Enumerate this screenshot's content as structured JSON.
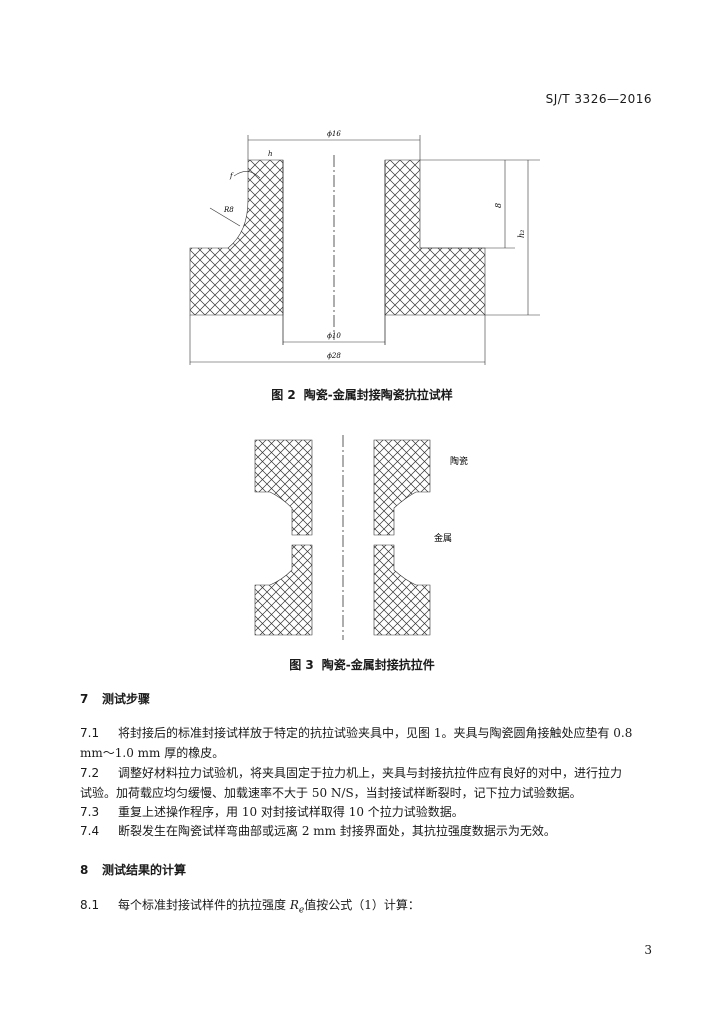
{
  "header": {
    "standard_code": "SJ/T 3326—2016"
  },
  "figure2": {
    "number": "图 2",
    "caption": "陶瓷-金属封接陶瓷抗拉试样",
    "dims": {
      "top": "ϕ16",
      "inner": "ϕ10",
      "bottom": "ϕ28",
      "h": "h",
      "f": "f",
      "radius": "R8",
      "height1": "8",
      "height2": "h₂"
    }
  },
  "figure3": {
    "number": "图 3",
    "caption": "陶瓷-金属封接抗拉件",
    "label_ceramic": "陶瓷",
    "label_metal": "金属"
  },
  "section7": {
    "number": "7",
    "title": "测试步骤",
    "items": [
      {
        "num": "7.1",
        "text": "将封接后的标准封接试样放于特定的抗拉试验夹具中，见图 1。夹具与陶瓷圆角接触处应垫有 0.8",
        "cont": "mm～1.0 mm 厚的橡皮。"
      },
      {
        "num": "7.2",
        "text": "调整好材料拉力试验机，将夹具固定于拉力机上，夹具与封接抗拉件应有良好的对中，进行拉力",
        "cont": "试验。加荷载应均匀缓慢、加载速率不大于 50 N/S，当封接试样断裂时，记下拉力试验数据。"
      },
      {
        "num": "7.3",
        "text": "重复上述操作程序，用 10 对封接试样取得 10 个拉力试验数据。"
      },
      {
        "num": "7.4",
        "text": "断裂发生在陶瓷试样弯曲部或远离 2 mm 封接界面处，其抗拉强度数据示为无效。"
      }
    ]
  },
  "section8": {
    "number": "8",
    "title": "测试结果的计算",
    "items": [
      {
        "num": "8.1",
        "text_before": "每个标准封接试样件的抗拉强度 ",
        "symbol": "R",
        "symbol_sub": "e",
        "text_after": "值按公式（1）计算："
      }
    ]
  },
  "footer": {
    "page_number": "3"
  }
}
